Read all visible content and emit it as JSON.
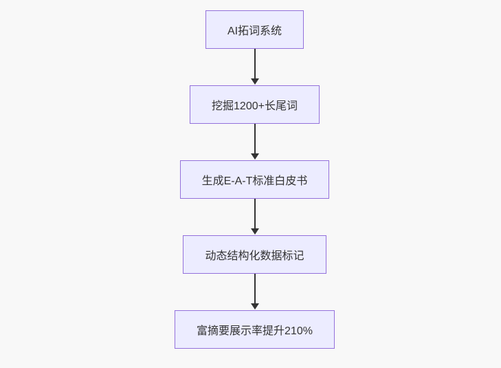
{
  "flowchart": {
    "direction": "top-down",
    "nodes": [
      {
        "label": "AI拓词系统"
      },
      {
        "label": "挖掘1200+长尾词"
      },
      {
        "label": "生成E-A-T标准白皮书"
      },
      {
        "label": "动态结构化数据标记"
      },
      {
        "label": "富摘要展示率提升210%"
      }
    ],
    "colors": {
      "node_fill": "#ECECFF",
      "node_border": "#9370DB",
      "text": "#333333",
      "arrow": "#333333",
      "background": "#f8f8f8"
    }
  }
}
